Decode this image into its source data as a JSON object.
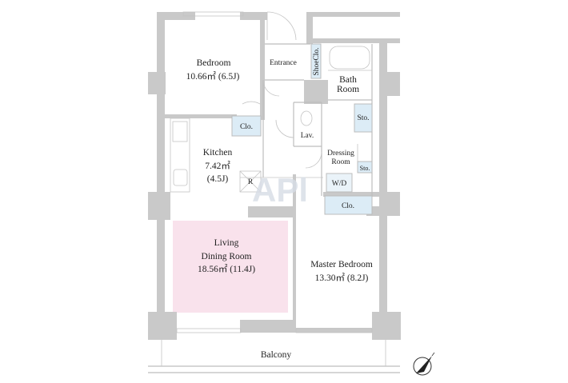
{
  "watermark": "APl",
  "rooms": {
    "bedroom": {
      "name": "Bedroom",
      "area": "10.66㎡ (6.5J)"
    },
    "entrance": {
      "name": "Entrance"
    },
    "shoe_closet": {
      "name": "ShoeClo."
    },
    "bath": {
      "name1": "Bath",
      "name2": "Room"
    },
    "closet1": {
      "name": "Clo."
    },
    "lavatory": {
      "name": "Lav."
    },
    "storage1": {
      "name": "Sto."
    },
    "storage2": {
      "name": "Sto."
    },
    "dressing": {
      "name1": "Dressing",
      "name2": "Room"
    },
    "kitchen": {
      "name": "Kitchen",
      "area": "7.42㎡",
      "jo": "(4.5J)"
    },
    "refrigerator": {
      "name": "R"
    },
    "washer_dryer": {
      "name": "W/D"
    },
    "closet2": {
      "name": "Clo."
    },
    "ldr": {
      "name1": "Living",
      "name2": "Dining Room",
      "area": "18.56㎡ (11.4J)"
    },
    "master": {
      "name": "Master Bedroom",
      "area": "13.30㎡ (8.2J)"
    },
    "balcony": {
      "name": "Balcony"
    }
  },
  "colors": {
    "wall": "#c9c9c9",
    "ldr_fill": "#f9e2ec",
    "closet_fill": "#dcecf6"
  }
}
